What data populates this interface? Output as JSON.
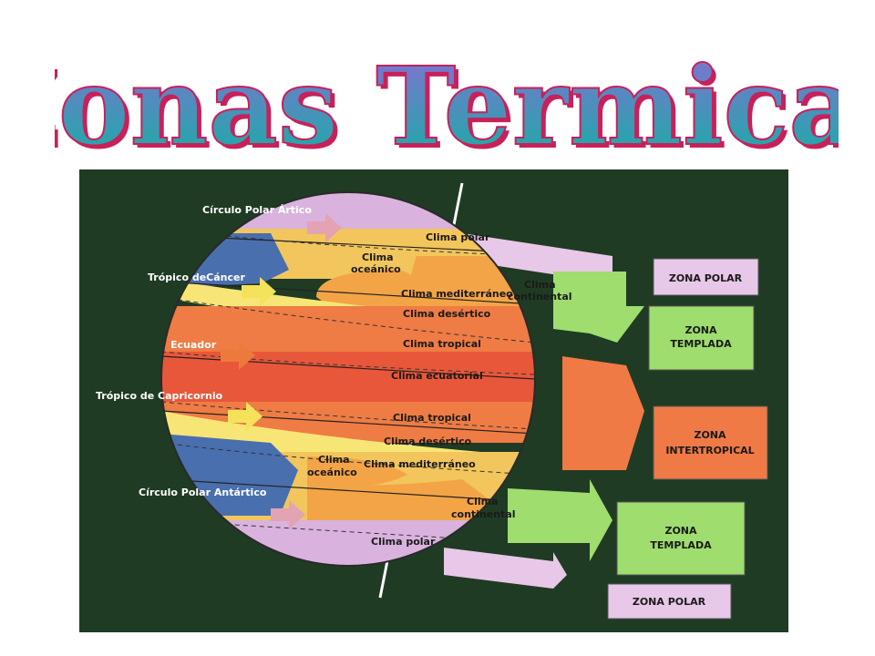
{
  "title": "Zonas Termicas",
  "colors": {
    "background": "#1f3b24",
    "title_top": "#8b6bd6",
    "title_bottom": "#0fb3a2",
    "polar": "#d9b3de",
    "oceanic": "#4a6fae",
    "temperate": "#f2c65c",
    "mediterranean": "#f3a447",
    "desert": "#f7e676",
    "tropical": "#ef7c44",
    "equatorial": "#e9573a",
    "zone_polar_box": "#e8c8e8",
    "zone_temperate_box": "#9edd6e",
    "zone_intertropical_box": "#f07a45",
    "arrow_pink": "#e3a3b2",
    "arrow_yellow": "#f4e25a",
    "arrow_orange": "#ec7a3c"
  },
  "left_labels": {
    "arctic": "Círculo Polar Ártico",
    "cancer": "Trópico deCáncer",
    "equator": "Ecuador",
    "capricorn": "Trópico de Capricornio",
    "antarctic": "Círculo Polar Antártico"
  },
  "climate_labels": {
    "polar_north": "Clima polar",
    "oceanic_north_1": "Clima",
    "oceanic_north_2": "oceánico",
    "continental_north_1": "Clima",
    "continental_north_2": "continental",
    "mediterranean_north": "Clima mediterráneo",
    "desert_north": "Clima desértico",
    "tropical_north": "Clima tropical",
    "equatorial": "Clima ecuatorial",
    "tropical_south": "Clima tropical",
    "desert_south": "Clima desértico",
    "mediterranean_south": "Clima mediterráneo",
    "oceanic_south_1": "Clima",
    "oceanic_south_2": "oceánico",
    "continental_south_1": "Clima",
    "continental_south_2": "continental",
    "polar_south": "Clima polar"
  },
  "zones": {
    "polar_north": "ZONA POLAR",
    "temperate_north_1": "ZONA",
    "temperate_north_2": "TEMPLADA",
    "intertropical_1": "ZONA",
    "intertropical_2": "INTERTROPICAL",
    "temperate_south_1": "ZONA",
    "temperate_south_2": "TEMPLADA",
    "polar_south": "ZONA POLAR"
  }
}
